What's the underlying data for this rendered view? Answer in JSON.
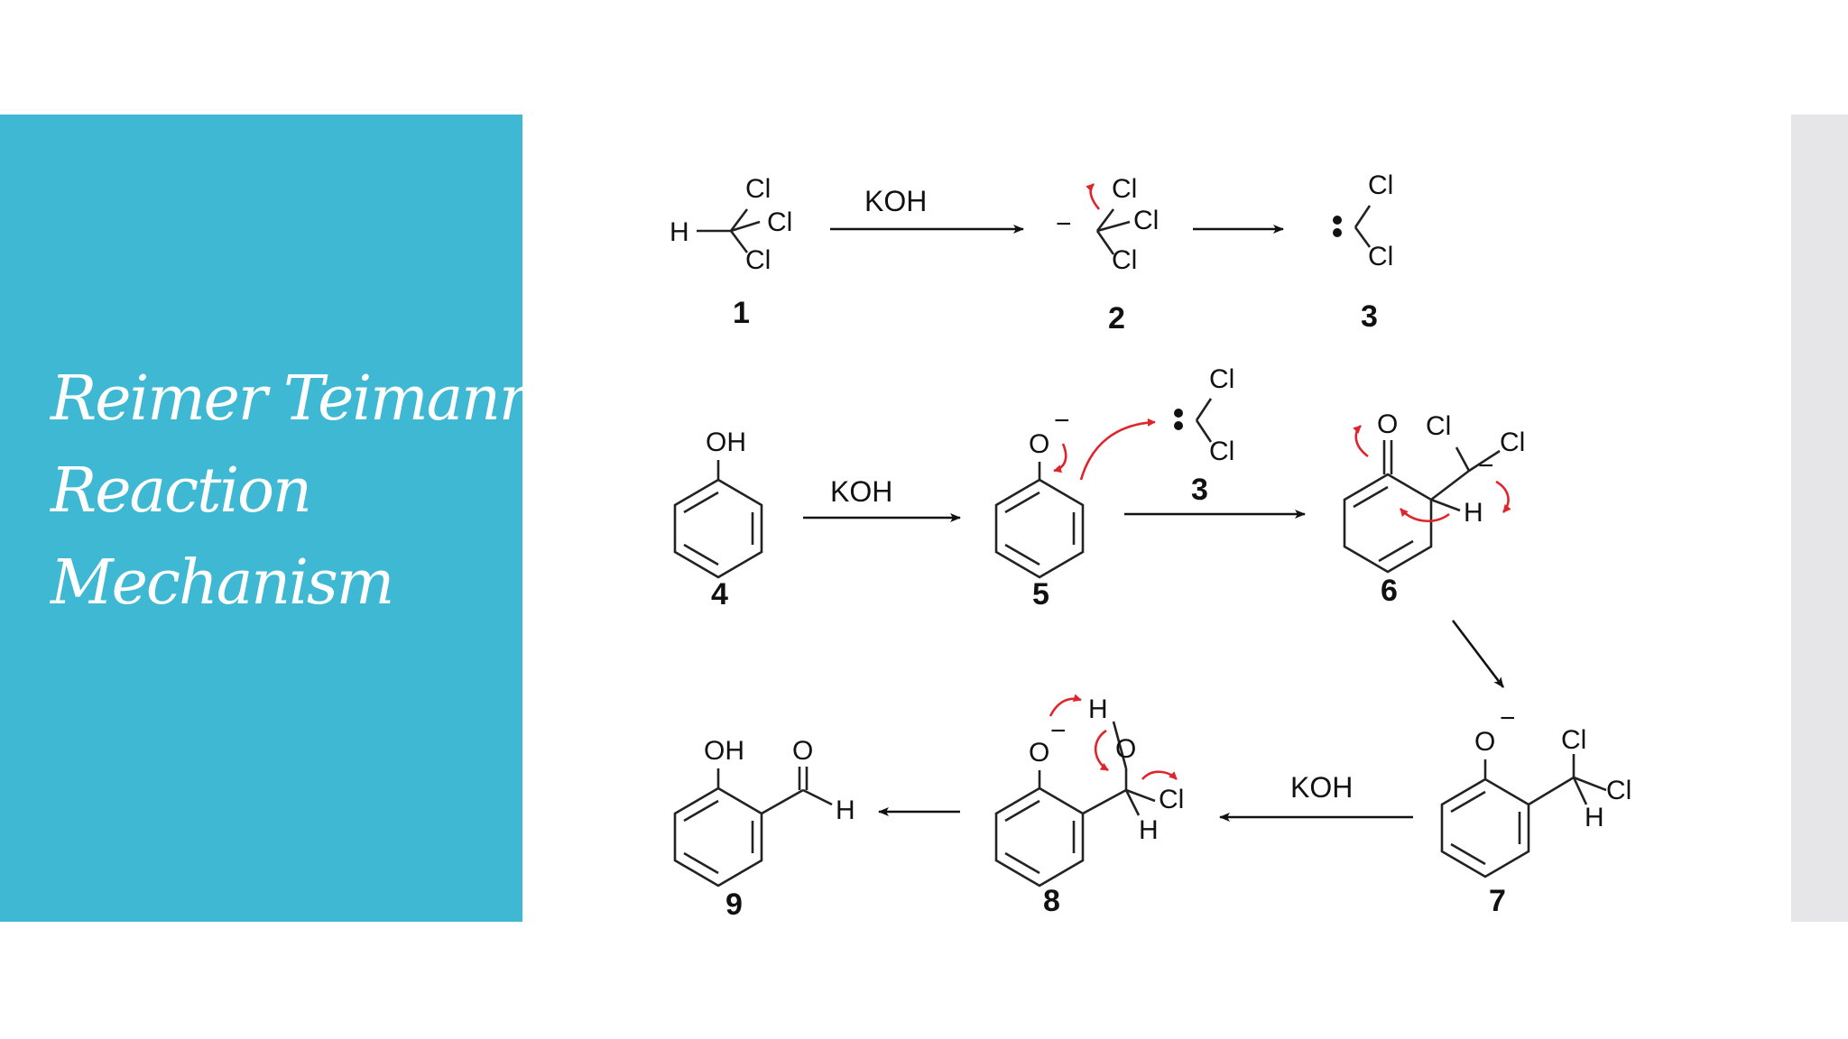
{
  "slide": {
    "title_lines": [
      "Reimer Teimann",
      "Reaction",
      "Mechanism"
    ]
  },
  "colors": {
    "title_panel": "#3fb8d3",
    "title_text": "#ffffff",
    "electron_arrows": "#e0242b",
    "side_strip": "#e6e6e9"
  },
  "scheme": {
    "reagent": "KOH",
    "compounds": [
      {
        "number": "1",
        "atoms": {
          "h": "H",
          "cl_top": "Cl",
          "cl_right": "Cl",
          "cl_bottom": "Cl"
        }
      },
      {
        "number": "2",
        "atoms": {
          "charge": "−",
          "cl_top": "Cl",
          "cl_right": "Cl",
          "cl_bottom": "Cl"
        }
      },
      {
        "number": "3",
        "atoms": {
          "cl_top": "Cl",
          "cl_bottom": "Cl"
        }
      },
      {
        "number": "4",
        "atoms": {
          "oh": "OH"
        }
      },
      {
        "number": "5",
        "atoms": {
          "o": "O",
          "charge": "−"
        }
      },
      {
        "number": "3",
        "atoms": {
          "cl_top": "Cl",
          "cl_bottom": "Cl"
        }
      },
      {
        "number": "6",
        "atoms": {
          "o": "O",
          "cl_left": "Cl",
          "cl_right": "Cl",
          "h": "H",
          "charge": "−"
        }
      },
      {
        "number": "7",
        "atoms": {
          "o": "O",
          "charge": "−",
          "cl_top": "Cl",
          "cl_right": "Cl",
          "h": "H"
        }
      },
      {
        "number": "8",
        "atoms": {
          "o": "O",
          "charge": "−",
          "h_top": "H",
          "o2": "O",
          "cl": "Cl",
          "h": "H"
        }
      },
      {
        "number": "9",
        "atoms": {
          "oh": "OH",
          "o": "O",
          "h": "H"
        }
      }
    ]
  }
}
